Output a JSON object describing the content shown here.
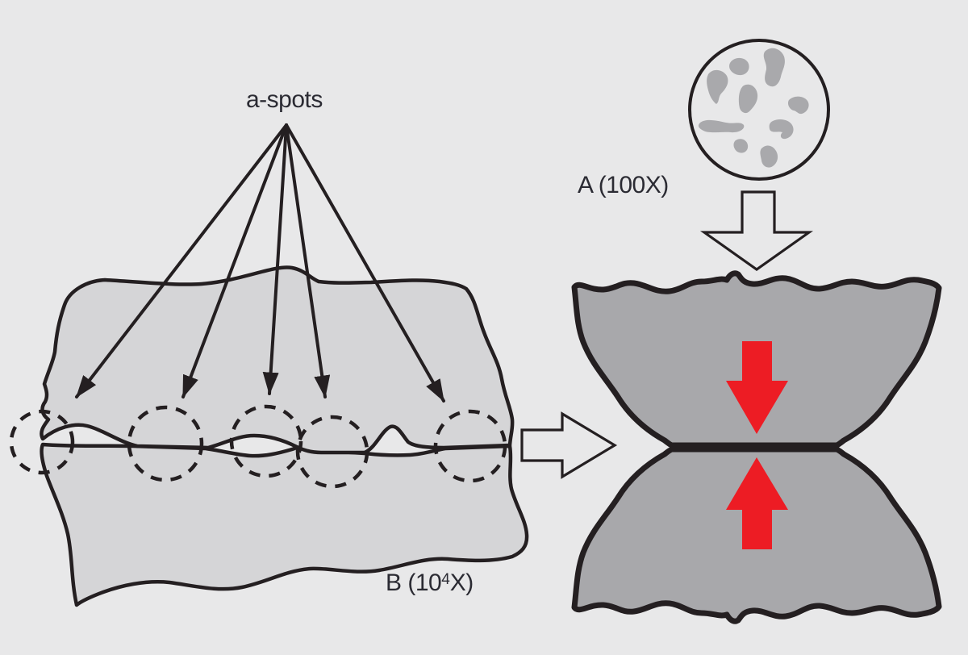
{
  "diagram": {
    "left_view": {
      "callout_label": "a-spots",
      "a_spot_count": 5,
      "magnification_prefix": "B (10",
      "magnification_exponent": "4",
      "magnification_suffix": "X)"
    },
    "right_view": {
      "magnification_label": "A (100X)"
    }
  },
  "icons": {
    "a_spot_marker": "dashed-circle",
    "a_spot_pointer": "thin-line-arrow",
    "transition_right": "hollow-block-arrow-right",
    "transition_down": "hollow-block-arrow-down",
    "contact_force": "solid-red-block-arrow"
  },
  "colors": {
    "background": "#e8e8e9",
    "surface_light": "#d5d5d7",
    "surface_dark": "#a8a8ab",
    "asperity_blob": "#a9a9ac",
    "outline": "#241f21",
    "force_red": "#ed1c24",
    "text": "#2b2b33"
  }
}
